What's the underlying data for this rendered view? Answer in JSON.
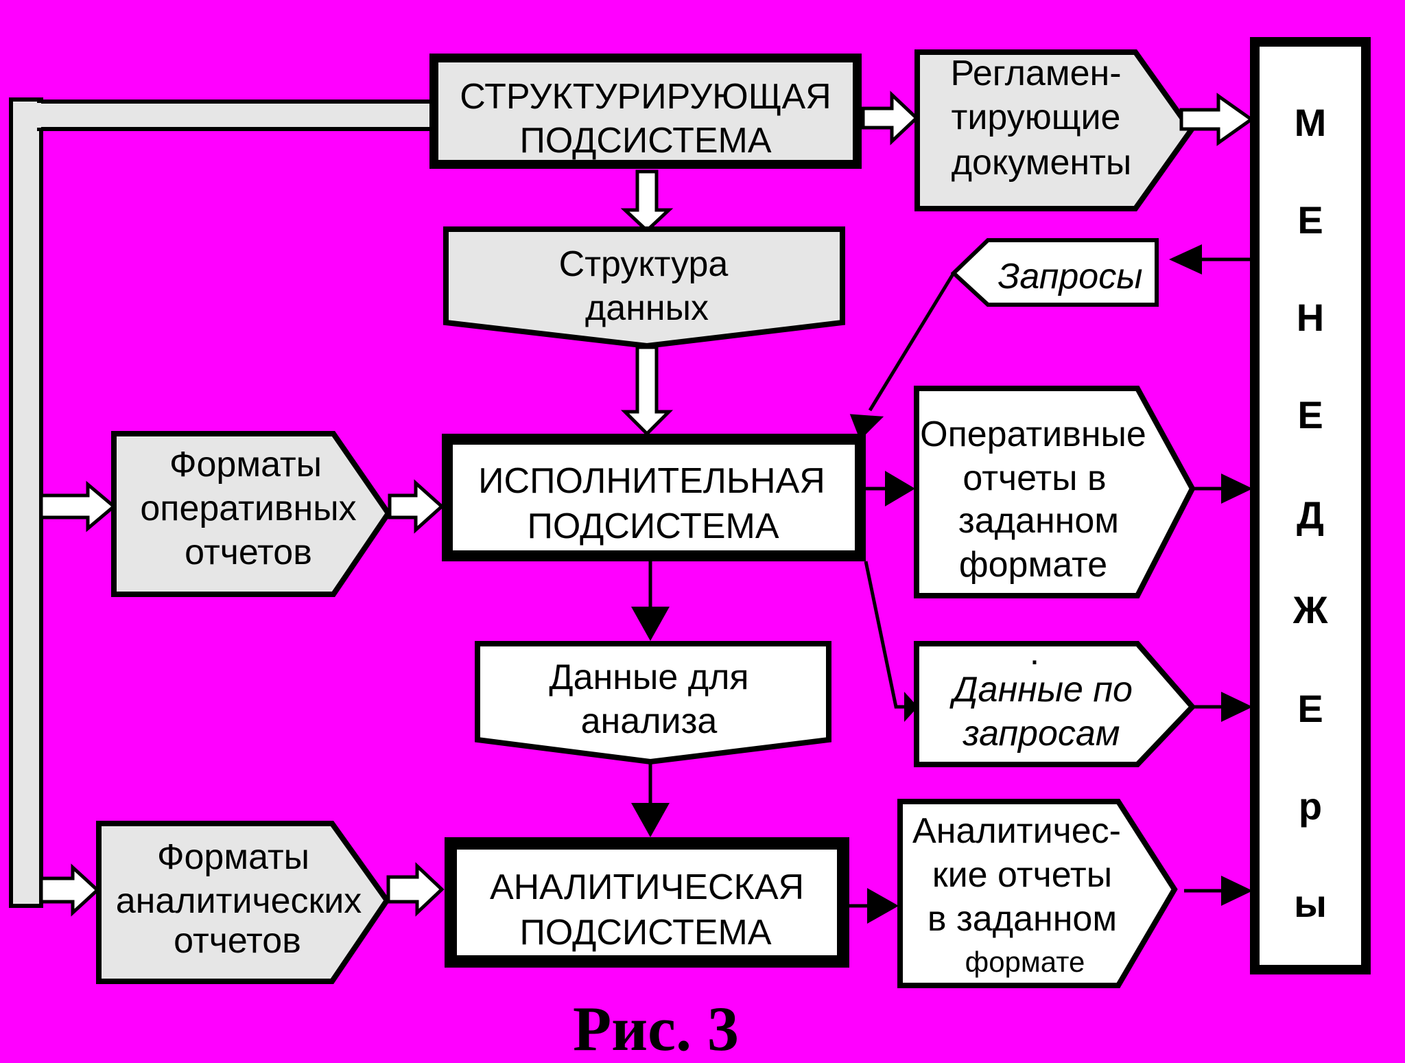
{
  "diagram": {
    "nodes": {
      "struct_subsystem": [
        "СТРУКТУРИРУЮЩАЯ",
        "ПОДСИСТЕМА"
      ],
      "reg_docs": [
        "Регламен-",
        "тирующие",
        "документы"
      ],
      "data_structure": [
        "Структура",
        "данных"
      ],
      "requests": [
        "Запросы"
      ],
      "op_formats": [
        "Форматы",
        "оперативных",
        "отчетов"
      ],
      "exec_subsystem": [
        "ИСПОЛНИТЕЛЬНАЯ",
        "ПОДСИСТЕМА"
      ],
      "op_reports": [
        "Оперативные",
        "отчеты в",
        "заданном",
        "формате"
      ],
      "data_for_analysis": [
        "Данные для",
        "анализа"
      ],
      "data_by_requests": [
        ".",
        "Данные по",
        "запросам"
      ],
      "an_formats": [
        "Форматы",
        "аналитических",
        "отчетов"
      ],
      "an_subsystem": [
        "АНАЛИТИЧЕСКАЯ",
        "ПОДСИСТЕМА"
      ],
      "an_reports": [
        "Аналитичес-",
        "кие отчеты",
        "в заданном",
        "формате"
      ],
      "managers_letters": [
        "М",
        "Е",
        "Н",
        "Е",
        "Д",
        "Ж",
        "Е",
        "р",
        "ы"
      ]
    },
    "caption": "Рис. 3",
    "colors": {
      "background": "#ff00ff",
      "gray_fill": "#e6e6e6",
      "white_fill": "#ffffff",
      "stroke": "#000000"
    }
  }
}
